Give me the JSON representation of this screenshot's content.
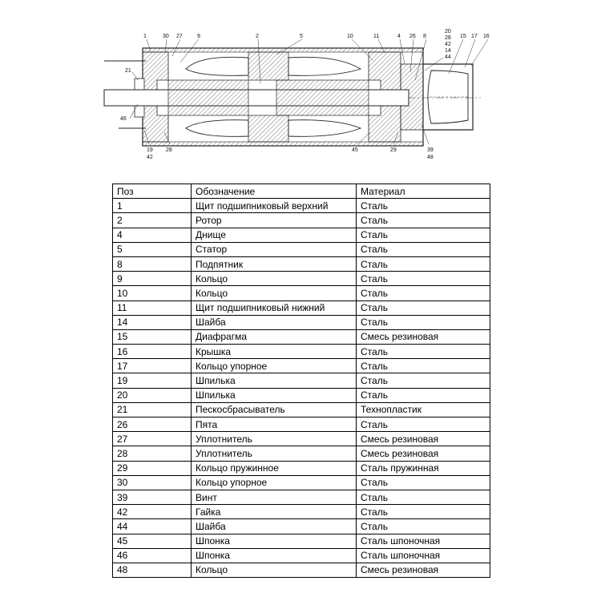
{
  "drawing": {
    "callouts_top": [
      "1",
      "30",
      "27",
      "9",
      "2",
      "5",
      "10",
      "11",
      "4",
      "26",
      "8",
      "20",
      "28",
      "42",
      "14",
      "44",
      "15",
      "17",
      "16"
    ],
    "callouts_left": [
      "21",
      "46"
    ],
    "callouts_bottom": [
      "19",
      "42",
      "28",
      "45",
      "29",
      "39",
      "48"
    ]
  },
  "table": {
    "headers": [
      "Поз",
      "Обозначение",
      "Материал"
    ],
    "rows": [
      [
        "1",
        "Щит подшипниковый верхний",
        "Сталь"
      ],
      [
        "2",
        "Ротор",
        "Сталь"
      ],
      [
        "4",
        "Днище",
        "Сталь"
      ],
      [
        "5",
        "Статор",
        "Сталь"
      ],
      [
        "8",
        "Подпятник",
        "Сталь"
      ],
      [
        "9",
        "Кольцо",
        "Сталь"
      ],
      [
        "10",
        "Кольцо",
        "Сталь"
      ],
      [
        "11",
        "Щит подшипниковый нижний",
        "Сталь"
      ],
      [
        "14",
        "Шайба",
        "Сталь"
      ],
      [
        "15",
        "Диафрагма",
        "Смесь резиновая"
      ],
      [
        "16",
        "Крышка",
        "Сталь"
      ],
      [
        "17",
        "Кольцо упорное",
        "Сталь"
      ],
      [
        "19",
        "Шпилька",
        "Сталь"
      ],
      [
        "20",
        "Шпилька",
        "Сталь"
      ],
      [
        "21",
        "Пескосбрасыватель",
        "Технопластик"
      ],
      [
        "26",
        "Пята",
        "Сталь"
      ],
      [
        "27",
        "Уплотнитель",
        "Смесь резиновая"
      ],
      [
        "28",
        "Уплотнитель",
        "Смесь резиновая"
      ],
      [
        "29",
        "Кольцо пружинное",
        "Сталь пружинная"
      ],
      [
        "30",
        "Кольцо упорное",
        "Сталь"
      ],
      [
        "39",
        "Винт",
        "Сталь"
      ],
      [
        "42",
        "Гайка",
        "Сталь"
      ],
      [
        "44",
        "Шайба",
        "Сталь"
      ],
      [
        "45",
        "Шпонка",
        "Сталь шпоночная"
      ],
      [
        "46",
        "Шпонка",
        "Сталь шпоночная"
      ],
      [
        "48",
        "Кольцо",
        "Смесь резиновая"
      ]
    ]
  }
}
